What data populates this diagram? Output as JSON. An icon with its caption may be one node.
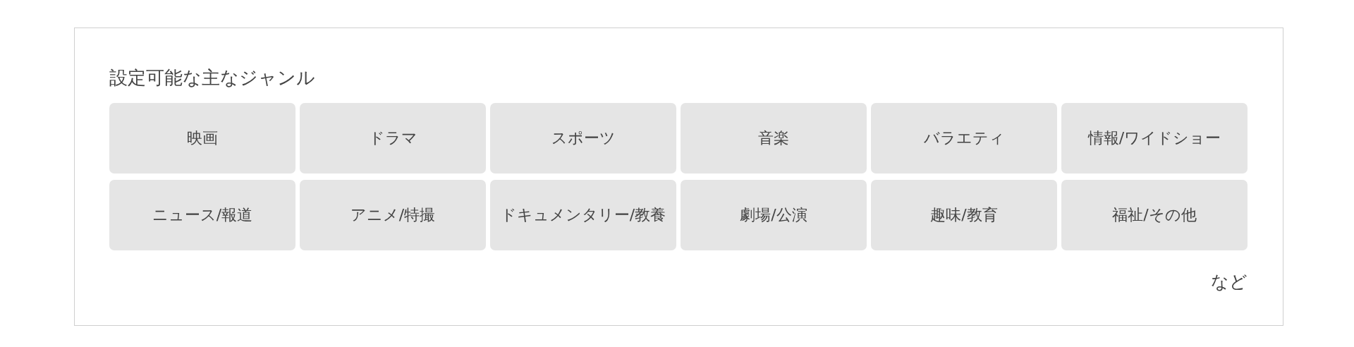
{
  "diagram": {
    "nodes": [
      {
        "text": [
          "設定可能な主なジャンル",
          "など"
        ]
      },
      {
        "text": [
          "映画"
        ],
        "in": 0
      },
      {
        "text": [
          "ドラマ"
        ],
        "in": 0
      },
      {
        "text": [
          "スポーツ"
        ],
        "in": 0
      },
      {
        "text": [
          "音楽"
        ],
        "in": 0
      },
      {
        "text": [
          "バラエティ"
        ],
        "in": 0
      },
      {
        "text": [
          "情報/ワイドショー"
        ],
        "in": 0
      },
      {
        "text": [
          "ニュース/報道"
        ],
        "in": 0
      },
      {
        "text": [
          "アニメ/特撮"
        ],
        "in": 0
      },
      {
        "text": [
          "ドキュメンタリー/教養"
        ],
        "in": 0
      },
      {
        "text": [
          "劇場/公演"
        ],
        "in": 0
      },
      {
        "text": [
          "趣味/教育"
        ],
        "in": 0
      },
      {
        "text": [
          "福祉/その他"
        ],
        "in": 0
      }
    ]
  }
}
